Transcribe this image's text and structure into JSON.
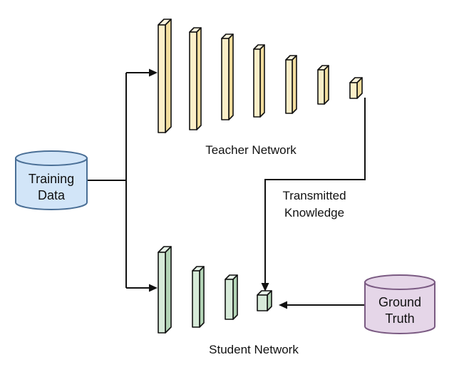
{
  "labels": {
    "training_data": [
      "Training",
      "Data"
    ],
    "ground_truth": [
      "Ground",
      "Truth"
    ],
    "teacher_network": "Teacher Network",
    "student_network": "Student Network",
    "transmitted_knowledge": [
      "Transmitted",
      "Knowledge"
    ]
  },
  "colors": {
    "training_data_fill": "#d2e5f8",
    "training_data_stroke": "#4a6f96",
    "ground_truth_fill": "#e5d6e8",
    "ground_truth_stroke": "#7a5a82",
    "teacher_front": "#fcefc8",
    "teacher_side": "#f2dd9e",
    "teacher_top": "#fdf5dc",
    "student_front": "#d6ead8",
    "student_side": "#b3d4b6",
    "student_top": "#e6f2e7",
    "line": "#111111"
  },
  "icons": {
    "training_data": "database-cylinder-icon",
    "ground_truth": "database-cylinder-icon",
    "arrow": "arrow-head-icon"
  }
}
